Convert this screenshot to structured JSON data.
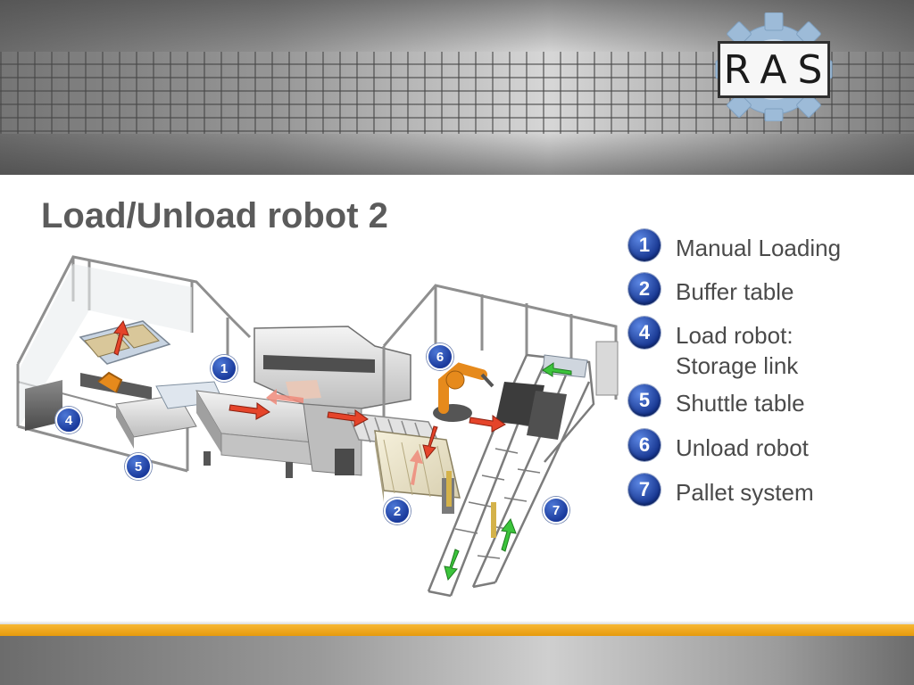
{
  "slide": {
    "title": "Load/Unload robot 2",
    "logo_text": "RAS"
  },
  "legend": [
    {
      "number": "1",
      "label": "Manual Loading"
    },
    {
      "number": "2",
      "label": "Buffer table"
    },
    {
      "number": "4",
      "label": "Load robot:\nStorage link"
    },
    {
      "number": "5",
      "label": "Shuttle table"
    },
    {
      "number": "6",
      "label": "Unload robot"
    },
    {
      "number": "7",
      "label": "Pallet system"
    }
  ],
  "diagram_badges": [
    {
      "number": "1"
    },
    {
      "number": "2"
    },
    {
      "number": "4"
    },
    {
      "number": "5"
    },
    {
      "number": "6"
    },
    {
      "number": "7"
    }
  ],
  "colors": {
    "badge_blue": "#1a3a9c",
    "accent_orange": "#f0a51f",
    "arrow_red": "#e5442a",
    "arrow_green": "#3cc43c",
    "robot_orange": "#e68a1c"
  },
  "icons": {
    "logo": "gear-icon"
  }
}
